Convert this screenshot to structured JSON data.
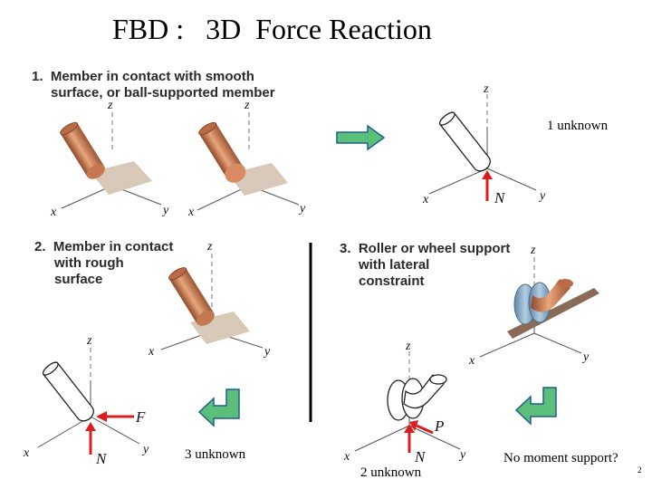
{
  "slide": {
    "title": "FBD :   3D  Force Reaction",
    "page_number": "2"
  },
  "panels": {
    "p1": {
      "label_line1": "1.  Member in contact with smooth",
      "label_line2": "surface, or ball-supported member",
      "caption": "1 unknown"
    },
    "p2": {
      "label_line1": "2.  Member in contact",
      "label_line2": "with rough",
      "label_line3": "surface",
      "caption": "3 unknown"
    },
    "p3": {
      "label_line1": "3.  Roller or wheel support",
      "label_line2": "with lateral",
      "label_line3": "constraint",
      "caption": "2 unknown"
    },
    "note": "No moment support?"
  },
  "axes": {
    "x": "x",
    "y": "y",
    "z": "z"
  },
  "forces": {
    "normal": "N",
    "friction": "F",
    "lateral": "P"
  },
  "colors": {
    "arrow_fill": "#5bbf7a",
    "arrow_stroke": "#1f5f8f",
    "reaction": "#d81e1e",
    "member": "#c87a52",
    "surface": "#d7c8b8",
    "wheel": "#8fb2cc"
  }
}
